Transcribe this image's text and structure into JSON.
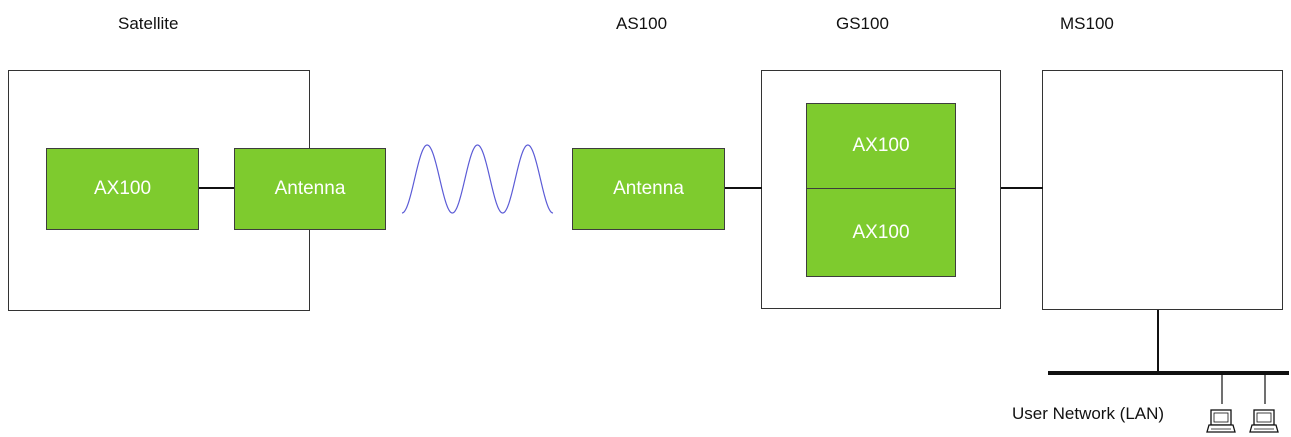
{
  "titles": {
    "satellite": "Satellite",
    "as100": "AS100",
    "gs100": "GS100",
    "ms100": "MS100"
  },
  "satellite": {
    "radio_label": "AX100",
    "antenna_label": "Antenna"
  },
  "as100": {
    "antenna_label": "Antenna"
  },
  "gs100": {
    "radio_top_label": "AX100",
    "radio_bottom_label": "AX100"
  },
  "lan": {
    "label": "User Network (LAN)"
  },
  "colors": {
    "green": "#7ecb2e",
    "wave": "#5b5bd6",
    "line": "#111111"
  }
}
